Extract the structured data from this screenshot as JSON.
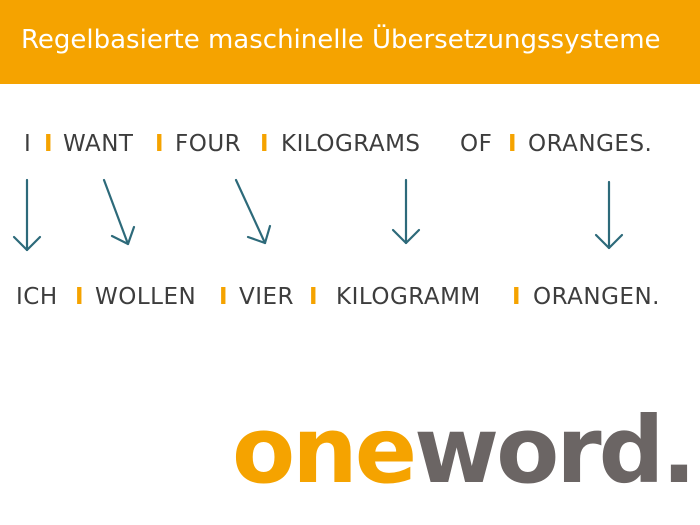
{
  "header": {
    "title": "Regelbasierte maschinelle Übersetzungssysteme"
  },
  "source_words": [
    "I",
    "WANT",
    "FOUR",
    "KILOGRAMS",
    "OF",
    "ORANGES."
  ],
  "target_words": [
    "ICH",
    "WOLLEN",
    "VIER",
    "KILOGRAMM",
    "ORANGEN."
  ],
  "separator": "I",
  "logo": {
    "part1": "one",
    "part2": "word."
  },
  "colors": {
    "accent": "#f5a300",
    "text": "#3d3d3d",
    "arrow": "#2d6a7a",
    "logo_gray": "#6b6564"
  }
}
